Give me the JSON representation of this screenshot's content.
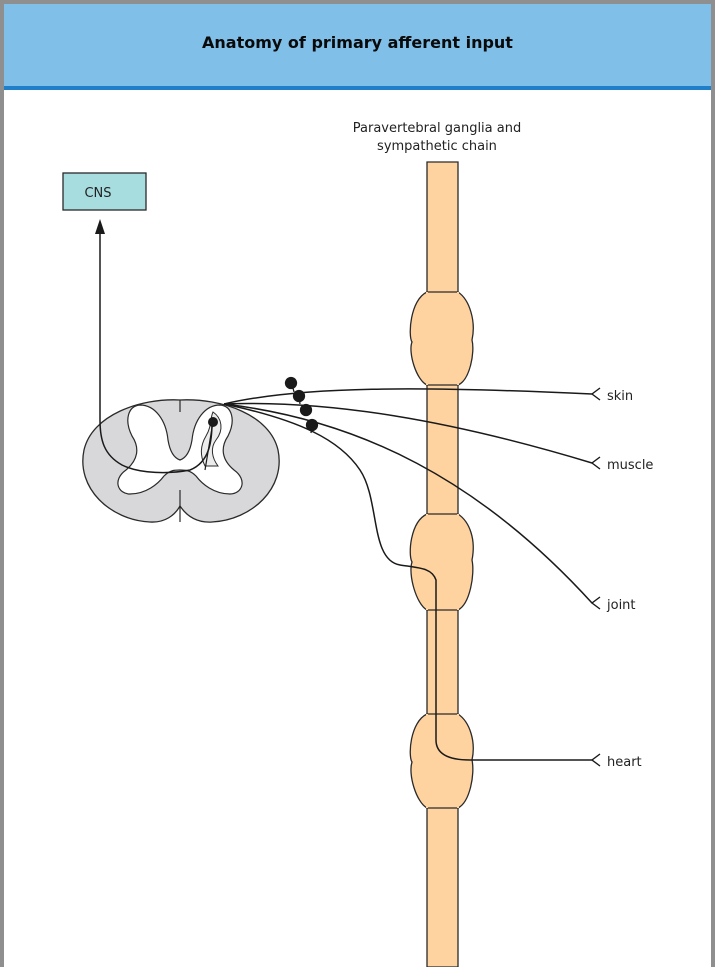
{
  "title": "Anatomy of primary afferent input",
  "labels": {
    "chain_line1": "Paravertebral ganglia and",
    "chain_line2": "sympathetic chain",
    "cns": "CNS",
    "skin": "skin",
    "muscle": "muscle",
    "joint": "joint",
    "heart": "heart"
  },
  "colors": {
    "header_bg": "#7fbfe8",
    "header_rule": "#1f7fc8",
    "chain_fill": "#ffd3a0",
    "cns_fill": "#a8dde0",
    "cord_fill": "#d8d8da",
    "grey_matter": "#ffffff",
    "frame": "#8f8f8f"
  }
}
